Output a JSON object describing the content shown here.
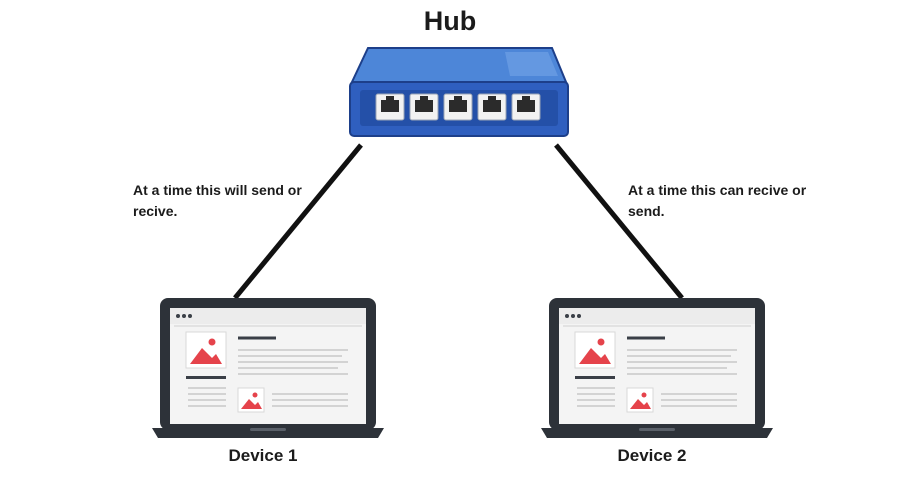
{
  "title": "Hub",
  "notes": {
    "left": "At a time this will send or recive.",
    "right": "At a time this can recive or send."
  },
  "devices": [
    {
      "label": "Device 1"
    },
    {
      "label": "Device 2"
    }
  ],
  "hub": {
    "port_count": 5
  },
  "colors": {
    "hub_body": "#2f5fbf",
    "hub_top": "#4d86d8",
    "cable": "#111111",
    "laptop_frame": "#2d3239",
    "image_accent": "#e5434b"
  }
}
